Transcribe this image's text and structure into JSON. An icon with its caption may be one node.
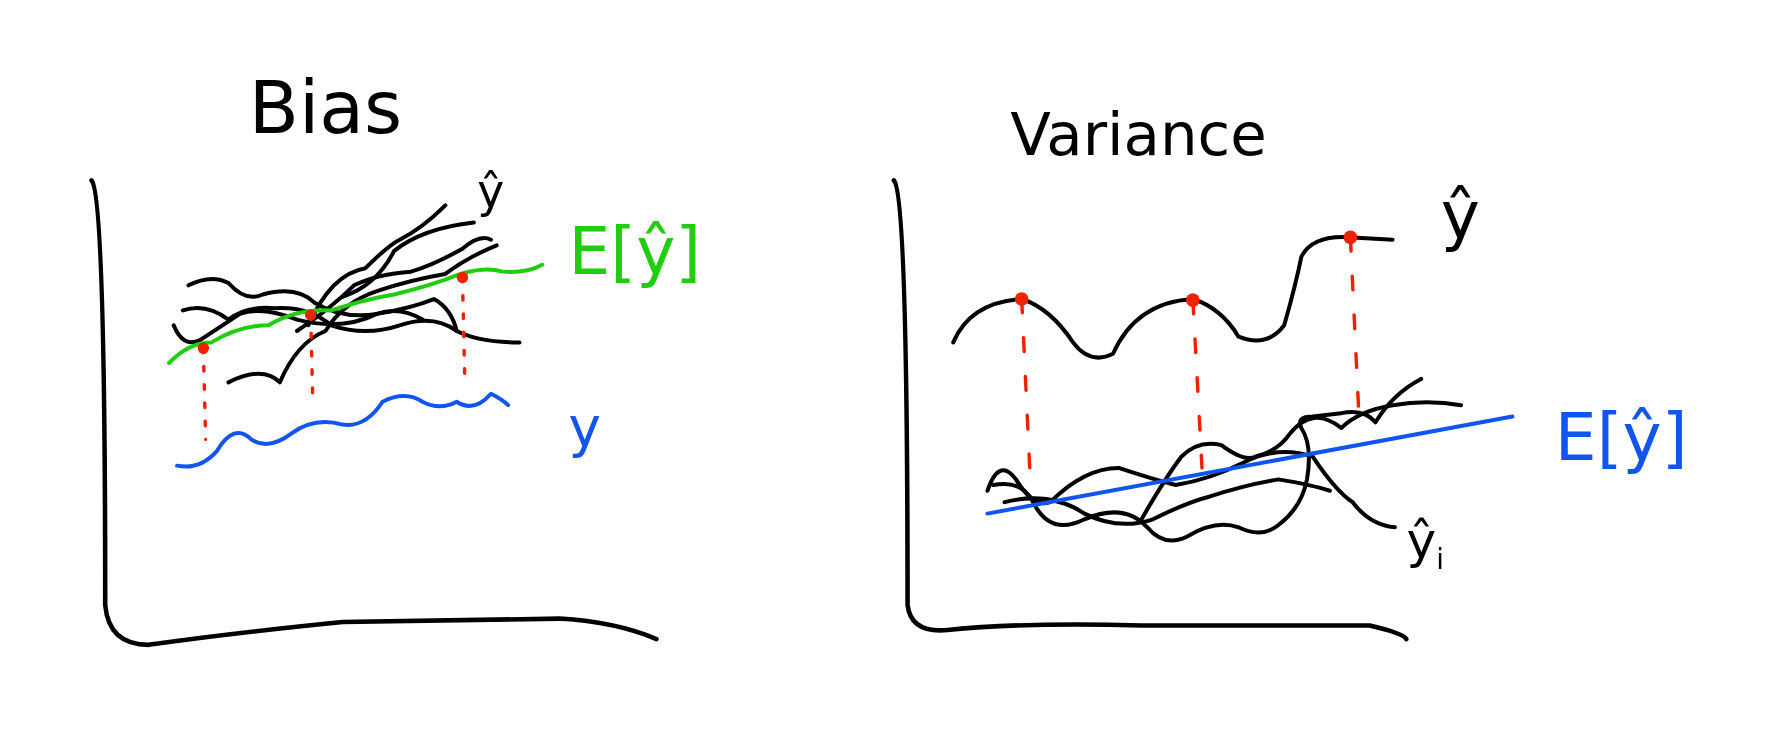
{
  "diagram": {
    "labels": [
      "Bias",
      "ŷ",
      "E[ŷ]",
      "y",
      "Variance",
      "ŷ",
      "E[ŷ]",
      "ŷ$_{i}$"
    ]
  }
}
